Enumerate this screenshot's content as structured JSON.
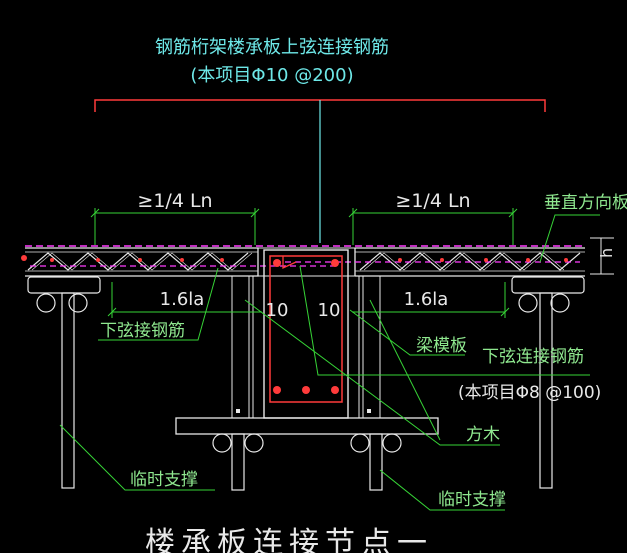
{
  "drawing": {
    "top_label": {
      "line1": "钢筋桁架楼承板上弦连接钢筋",
      "line2": "(本项目Φ10 @200)"
    },
    "dim_left_quarter": "≥1/4 Ln",
    "dim_right_quarter": "≥1/4 Ln",
    "dim_left_la": "1.6la",
    "dim_right_la": "1.6la",
    "beam_cover_left": "10",
    "beam_cover_right": "10",
    "height_symbol": "h",
    "labels": {
      "vertical_slab_rebar": "垂直方向板筋",
      "bottom_chord_left": "下弦接钢筋",
      "beam_formwork": "梁模板",
      "bottom_chord_right": "下弦连接钢筋",
      "bottom_chord_right_spec": "(本项目Φ8 @100)",
      "timber": "方木",
      "temp_support_left": "临时支撑",
      "temp_support_right": "临时支撑"
    },
    "title": "楼承板连接节点一",
    "colors": {
      "background": "#000000",
      "cyan": "#6ee8e8",
      "white": "#e8e8e8",
      "red": "#ff3b3b",
      "magenta": "#ff3cff",
      "green": "#36d336",
      "green_text": "#8fe88f"
    }
  }
}
